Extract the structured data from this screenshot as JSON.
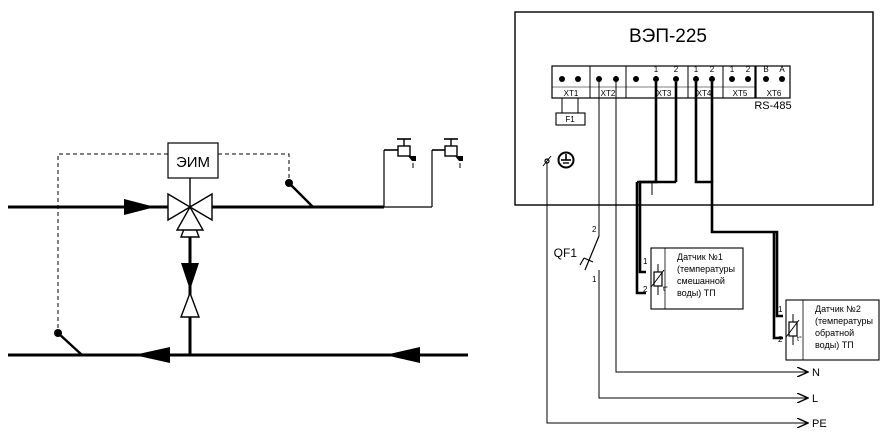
{
  "left_scheme": {
    "actuator_label": "ЭИМ"
  },
  "controller": {
    "title": "ВЭП-225",
    "bus_label": "RS-485",
    "fuse_label": "F1",
    "terminals": [
      {
        "name": "XT1",
        "pins": [
          "",
          ""
        ]
      },
      {
        "name": "XT2",
        "pins": [
          "",
          ""
        ]
      },
      {
        "name": "XT3",
        "pins": [
          "1",
          "2"
        ]
      },
      {
        "name": "XT4",
        "pins": [
          "1",
          "2"
        ]
      },
      {
        "name": "XT5",
        "pins": [
          "1",
          "2"
        ]
      },
      {
        "name": "XT6",
        "pins": [
          "B",
          "A"
        ]
      }
    ],
    "ground_symbol": "⏚"
  },
  "breaker": {
    "label": "QF1",
    "pin_top": "2",
    "pin_bottom": "1"
  },
  "sensor1": {
    "pin1": "1",
    "pin2": "2",
    "lines": [
      "Датчик №1",
      "(температуры",
      "смешанной",
      "воды) ТП"
    ]
  },
  "sensor2": {
    "pin1": "1",
    "pin2": "2",
    "lines": [
      "Датчик №2",
      "(температуры",
      "обратной",
      "воды) ТП"
    ]
  },
  "supply": {
    "n": "N",
    "l": "L",
    "pe": "PE"
  },
  "thermistor_symbol": "t°"
}
